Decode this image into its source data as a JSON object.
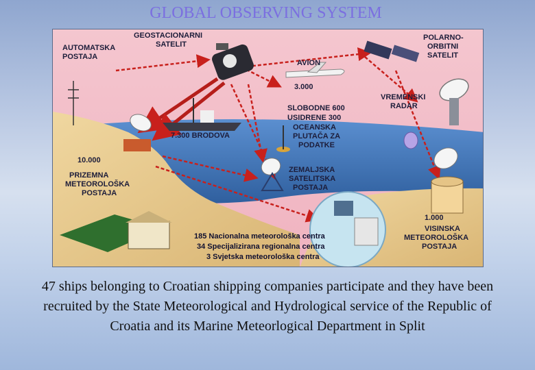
{
  "title": "GLOBAL OBSERVING SYSTEM",
  "diagram": {
    "labels": {
      "automatska_line1": "AUTOMATSKA",
      "automatska_line2": "POSTAJA",
      "geo_line1": "GEOSTACIONARNI",
      "geo_line2": "SATELIT",
      "polar_line1": "POLARNO-",
      "polar_line2": "ORBITNI",
      "polar_line3": "SATELIT",
      "avion": "AVION",
      "avion_count": "3.000",
      "radar_line1": "VREMENSKI",
      "radar_line2": "RADAR",
      "slobodne": "SLOBODNE 600",
      "usidrene": "USIDRENE 300",
      "oceanska_line1": "OCEANSKA",
      "oceanska_line2": "PLUTAČA ZA",
      "oceanska_line3": "PODATKE",
      "brodova": "7.300 BRODOVA",
      "ground_count": "10.000",
      "prizemna_line1": "PRIZEMNA",
      "prizemna_line2": "METEOROLOŠKA",
      "prizemna_line3": "POSTAJA",
      "zemaljska_line1": "ZEMALJSKA",
      "zemaljska_line2": "SATELITSKA",
      "zemaljska_line3": "POSTAJA",
      "visinska_count": "1.000",
      "visinska_line1": "VISINSKA",
      "visinska_line2": "METEOROLOŠKA",
      "visinska_line3": "POSTAJA",
      "centre_1": "185 Nacionalna meteorološka centra",
      "centre_2": "34 Specijalizirana regionalna centra",
      "centre_3": "3 Svjetska meteorološka centra"
    },
    "colors": {
      "sky": "#e8a8b8",
      "sea": "#3a6fb0",
      "land": "#e7c98a",
      "arrow": "#c8201c"
    }
  },
  "caption": "47 ships belonging to Croatian shipping companies participate and they have been recruited by the State Meteorological and Hydrological service of the Republic of Croatia and its Marine Meteorlogical Department in Split"
}
